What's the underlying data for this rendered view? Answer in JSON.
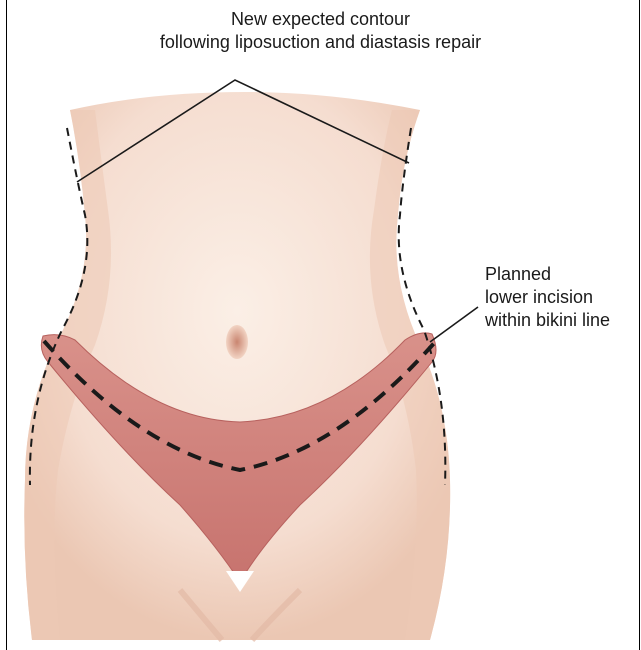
{
  "labels": {
    "contour_line1": "New expected contour",
    "contour_line2": "following liposuction and diastasis repair",
    "incision_line1": "Planned",
    "incision_line2": "lower incision",
    "incision_line3": "within bikini line"
  },
  "colors": {
    "skin": "#f7e3d6",
    "skin_shadow": "#ecc8b4",
    "bikini": "#d48a84",
    "bikini_edge": "#b7615e",
    "dashed_line": "#1a1a1a"
  }
}
